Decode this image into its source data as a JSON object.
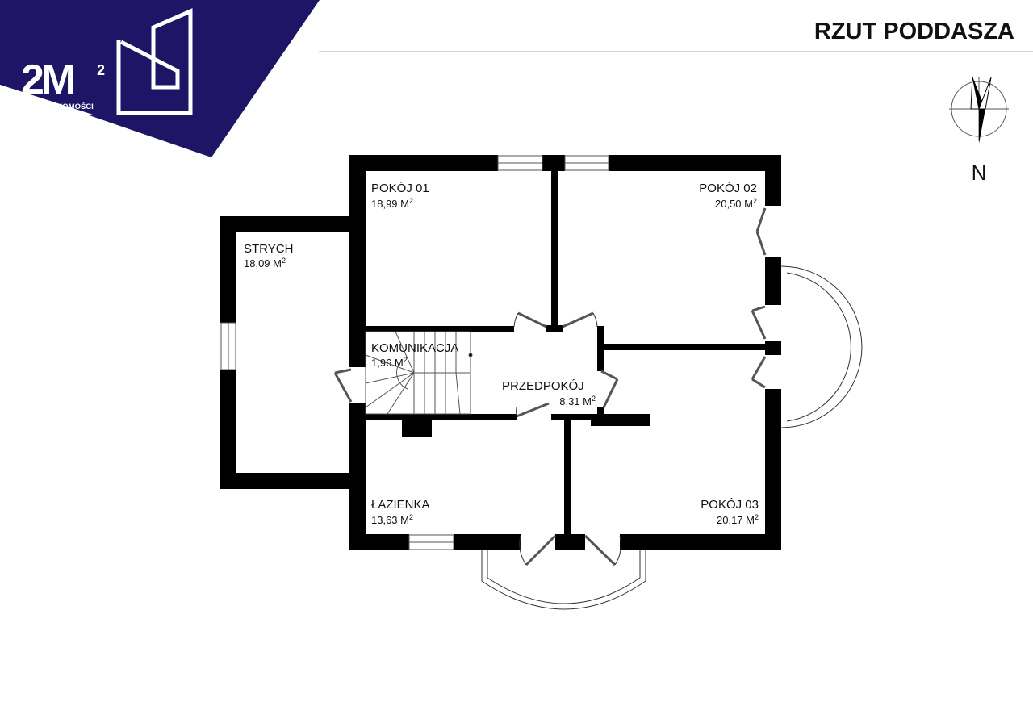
{
  "header": {
    "title": "RZUT PODDASZA"
  },
  "logo": {
    "text": "2M",
    "superscript": "2",
    "subtitle": "NIERUCHOMOŚCI",
    "color": "#1f1566"
  },
  "compass": {
    "label": "N"
  },
  "rooms": [
    {
      "name": "POKÓJ 01",
      "area": "18,99 M",
      "unit_sup": "2"
    },
    {
      "name": "POKÓJ 02",
      "area": "20,50 M",
      "unit_sup": "2"
    },
    {
      "name": "STRYCH",
      "area": "18,09 M",
      "unit_sup": "2"
    },
    {
      "name": "KOMUNIKACJA",
      "area": "1,96 M",
      "unit_sup": "2"
    },
    {
      "name": "PRZEDPOKÓJ",
      "area": "8,31 M",
      "unit_sup": "2"
    },
    {
      "name": "ŁAZIENKA",
      "area": "13,63 M",
      "unit_sup": "2"
    },
    {
      "name": "POKÓJ 03",
      "area": "20,17 M",
      "unit_sup": "2"
    }
  ]
}
